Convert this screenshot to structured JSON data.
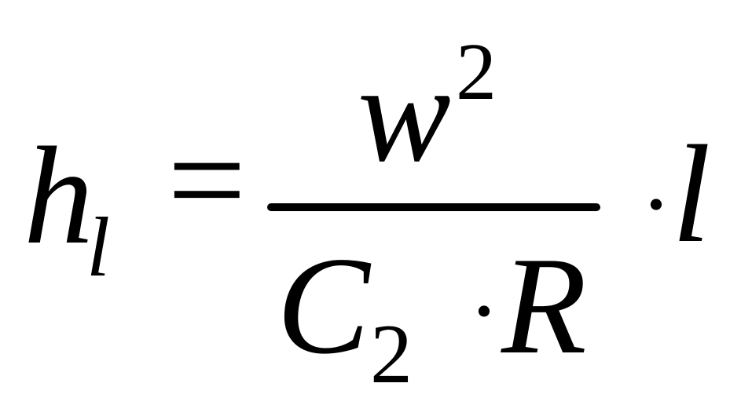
{
  "equation": {
    "lhs": {
      "symbol": "h",
      "subscript": "l"
    },
    "operator": "=",
    "fraction": {
      "numerator": {
        "symbol": "w",
        "superscript": "2"
      },
      "denominator": {
        "first_symbol": "C",
        "first_subscript": "2",
        "multiply": "·",
        "second_symbol": "R"
      }
    },
    "multiply": "·",
    "trailing_symbol": "l"
  }
}
